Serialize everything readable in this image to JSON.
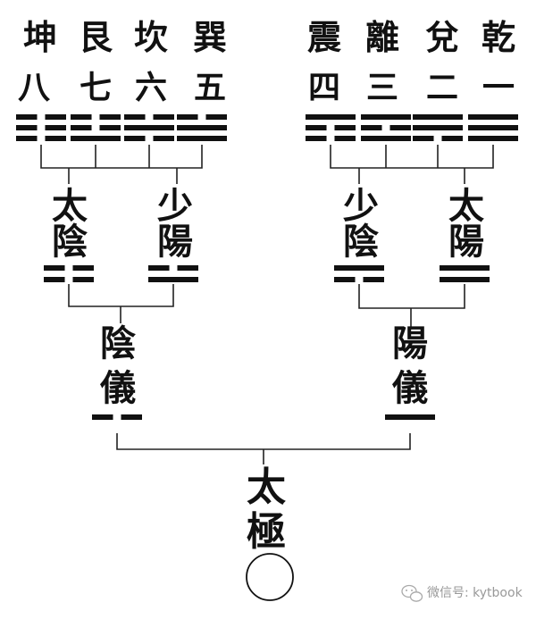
{
  "trigrams": [
    {
      "name": "坤",
      "number": "八",
      "lines": [
        0,
        0,
        0
      ]
    },
    {
      "name": "艮",
      "number": "七",
      "lines": [
        1,
        0,
        0
      ]
    },
    {
      "name": "坎",
      "number": "六",
      "lines": [
        0,
        1,
        0
      ]
    },
    {
      "name": "巽",
      "number": "五",
      "lines": [
        1,
        1,
        0
      ]
    },
    {
      "name": "震",
      "number": "四",
      "lines": [
        0,
        0,
        1
      ]
    },
    {
      "name": "離",
      "number": "三",
      "lines": [
        1,
        0,
        1
      ]
    },
    {
      "name": "兌",
      "number": "二",
      "lines": [
        0,
        1,
        1
      ]
    },
    {
      "name": "乾",
      "number": "一",
      "lines": [
        1,
        1,
        1
      ]
    }
  ],
  "symbols": [
    {
      "char1": "太",
      "char2": "陰",
      "lines": [
        0,
        0
      ]
    },
    {
      "char1": "少",
      "char2": "陽",
      "lines": [
        1,
        0
      ]
    },
    {
      "char1": "少",
      "char2": "陰",
      "lines": [
        0,
        1
      ]
    },
    {
      "char1": "太",
      "char2": "陽",
      "lines": [
        1,
        1
      ]
    }
  ],
  "modes": [
    {
      "char1": "陰",
      "char2": "儀",
      "lines": [
        0
      ]
    },
    {
      "char1": "陽",
      "char2": "儀",
      "lines": [
        1
      ]
    }
  ],
  "origin": {
    "char1": "太",
    "char2": "極"
  },
  "watermark": {
    "icon": "wechat-icon",
    "text": "微信号: kytbook"
  }
}
